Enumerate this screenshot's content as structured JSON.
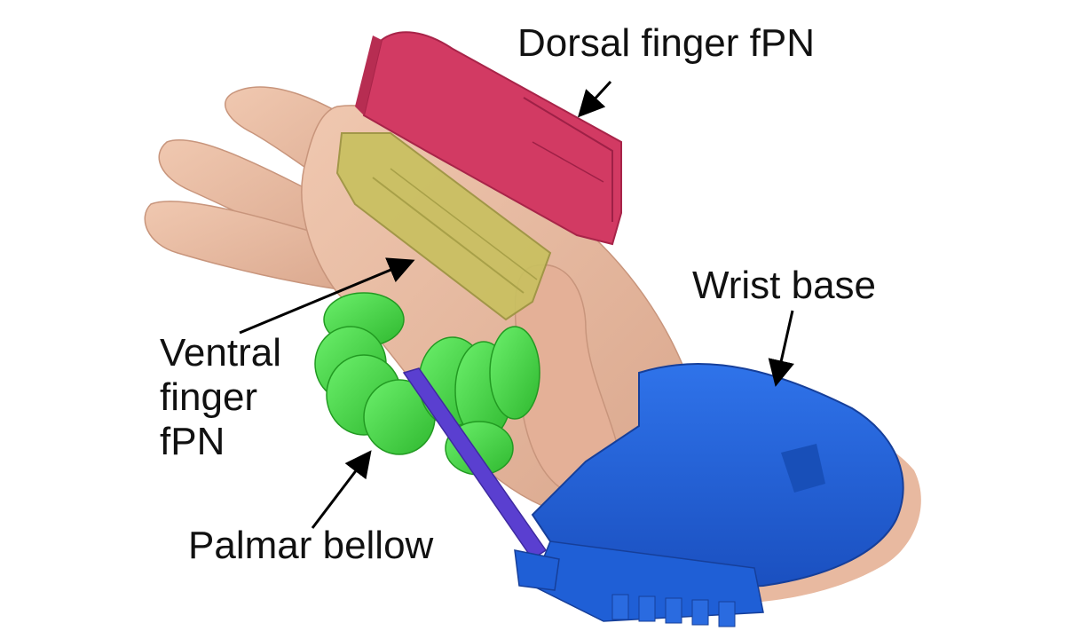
{
  "labels": {
    "dorsal": "Dorsal finger fPN",
    "wrist": "Wrist base",
    "ventral_lines": [
      "Ventral",
      "finger",
      "fPN"
    ],
    "palmar": "Palmar bellow"
  },
  "colors": {
    "background": "#ffffff",
    "skin": "#e8b9a0",
    "skin_shadow": "#c99a82",
    "dorsal_fpn": "#d23a63",
    "ventral_fpn": "#c9c060",
    "palmar_bellow": "#3fdc3f",
    "strut": "#5a3fd0",
    "wrist_base": "#1f5fd6",
    "arrow": "#000000"
  }
}
